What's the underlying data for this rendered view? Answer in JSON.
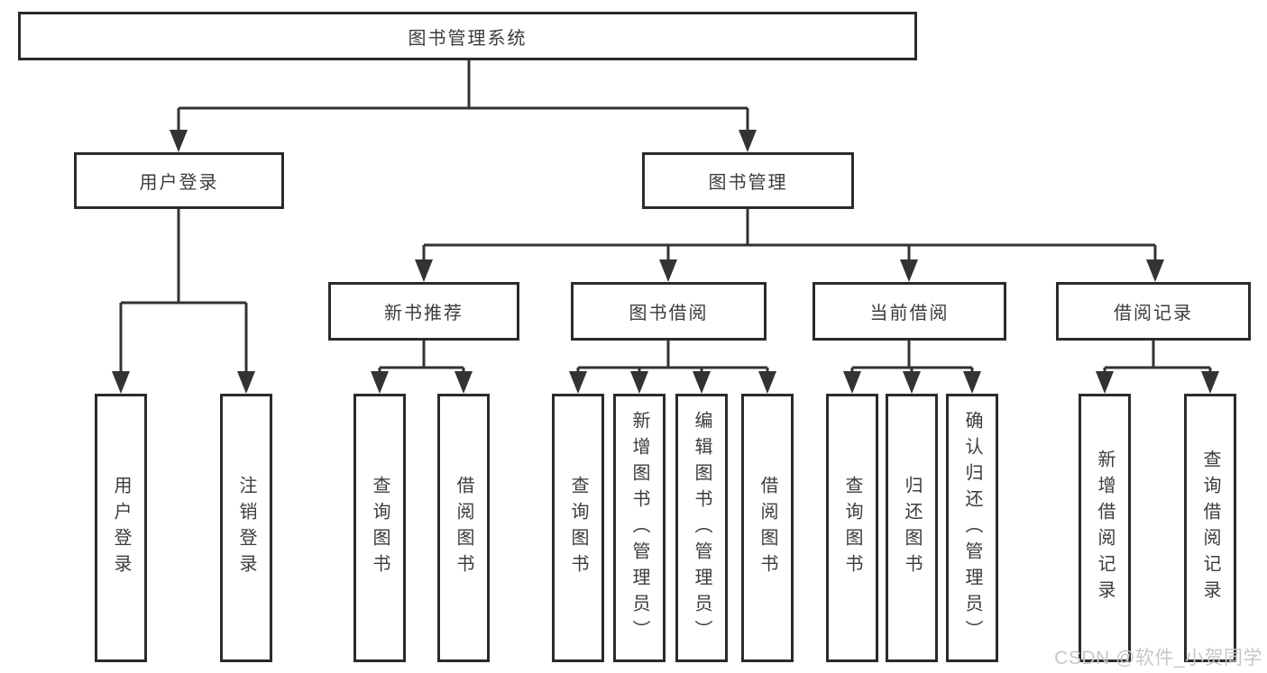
{
  "diagram": {
    "root": "图书管理系统",
    "level2": [
      "用户登录",
      "图书管理"
    ],
    "level3": [
      "新书推荐",
      "图书借阅",
      "当前借阅",
      "借阅记录"
    ],
    "leaves": [
      "用户登录",
      "注销登录",
      "查询图书",
      "借阅图书",
      "查询图书",
      "新增图书（管理员）",
      "编辑图书（管理员）",
      "借阅图书",
      "查询图书",
      "归还图书",
      "确认归还（管理员）",
      "新增借阅记录",
      "查询借阅记录"
    ]
  },
  "watermark": "CSDN @软件_小贺同学",
  "colors": {
    "line": "#333333",
    "border": "#2b2b2b",
    "text": "#3c3c3c",
    "watermark": "#c7c7c7",
    "background": "#ffffff"
  }
}
